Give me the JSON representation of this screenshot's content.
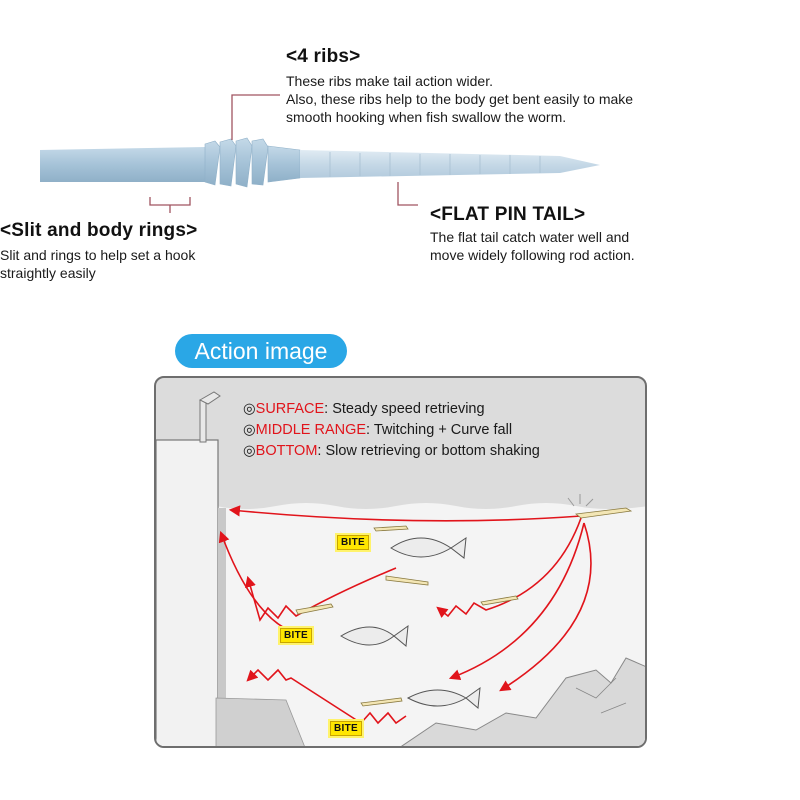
{
  "ribs": {
    "title": "<4 ribs>",
    "lines": [
      "These ribs make tail action wider.",
      "Also, these ribs help to the body get bent easily to make",
      "smooth hooking when fish swallow the worm."
    ]
  },
  "slit": {
    "title": "<Slit and body rings>",
    "lines": [
      "Slit and rings to help set a hook",
      "straightly easily"
    ]
  },
  "tail": {
    "title": "<FLAT PIN TAIL>",
    "lines": [
      "The flat tail catch water well and",
      "move widely following rod action."
    ]
  },
  "action": {
    "label": "Action image",
    "legend": [
      {
        "marker": "◎",
        "key": "SURFACE",
        "text": ": Steady speed retrieving"
      },
      {
        "marker": "◎",
        "key": "MIDDLE RANGE",
        "text": ": Twitching + Curve fall"
      },
      {
        "marker": "◎",
        "key": "BOTTOM",
        "text": ": Slow retrieving or bottom shaking"
      }
    ],
    "bite_label": "BITE"
  },
  "colors": {
    "worm_body": "#a9c6da",
    "worm_tail": "#c9dbe8",
    "accent_red": "#e1141b",
    "pill_blue": "#2aa7e6",
    "water": "#f3f3f3",
    "sky": "#dcdcdc"
  }
}
